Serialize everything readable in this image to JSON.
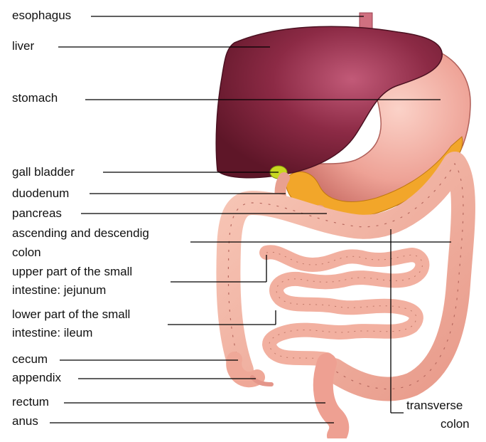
{
  "labels": {
    "esophagus": "esophagus",
    "liver": "liver",
    "stomach": "stomach",
    "gall_bladder": "gall bladder",
    "duodenum": "duodenum",
    "pancreas": "pancreas",
    "ascending_line1": "ascending and descendig",
    "ascending_line2": "colon",
    "jejunum_line1": "upper part of the small",
    "jejunum_line2": "intestine: jejunum",
    "ileum_line1": "lower part of the small",
    "ileum_line2": "intestine: ileum",
    "cecum": "cecum",
    "appendix": "appendix",
    "rectum": "rectum",
    "anus": "anus",
    "transverse_line1": "transverse",
    "transverse_line2": "colon"
  },
  "colors": {
    "liver": "#8c2a45",
    "stomach": "#f0a8a0",
    "intestine": "#f2b0a0",
    "intestine_outline": "#b86a60",
    "gall_bladder": "#c8d820",
    "pancreas": "#f0a020",
    "esophagus": "#d07080"
  }
}
